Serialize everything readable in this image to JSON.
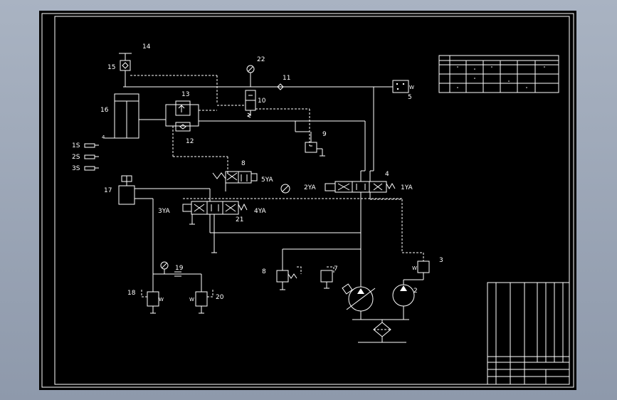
{
  "labels": {
    "n14": "14",
    "n15": "15",
    "n16": "16",
    "n4a": "4",
    "n13": "13",
    "n12": "12",
    "n22": "22",
    "n11": "11",
    "n10": "10",
    "n5": "5",
    "n9": "9",
    "n8a": "8",
    "n5ya": "5YA",
    "n4b": "4",
    "n2ya": "2YA",
    "n1ya": "1YA",
    "n17": "17",
    "n3ya": "3YA",
    "n4ya": "4YA",
    "n21": "21",
    "n1s": "1S",
    "n2s": "2S",
    "n3s": "3S",
    "n19": "19",
    "n18": "18",
    "n20": "20",
    "n8b": "8",
    "n7": "7",
    "n3": "3",
    "n2": "2",
    "w": "W"
  },
  "colors": {
    "background": "#000000",
    "lines": "#ffffff",
    "frame_outer": "#a9b3c2"
  }
}
